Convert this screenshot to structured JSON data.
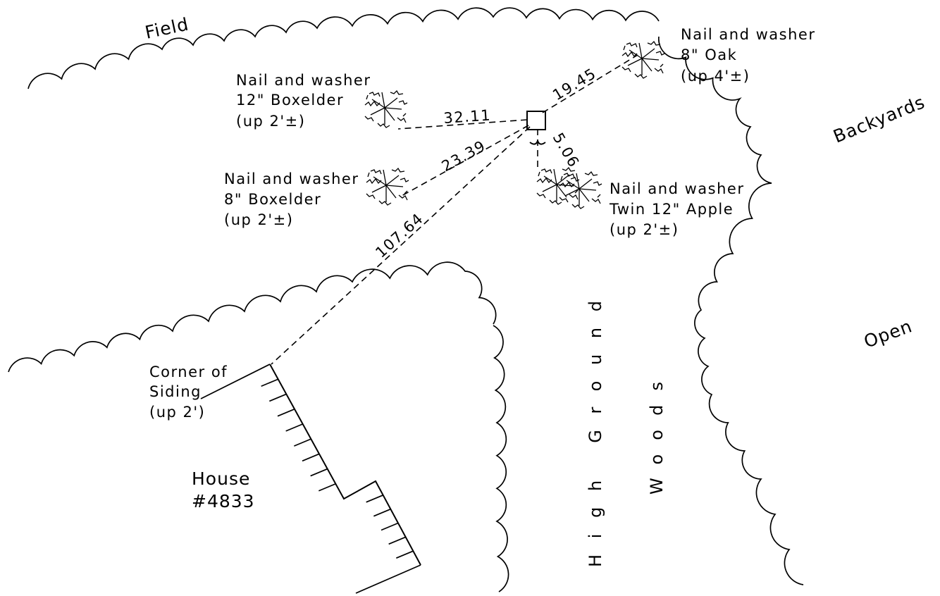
{
  "areas": {
    "field": "Field",
    "backyards": "Backyards",
    "open": "Open",
    "high_ground": "High Ground",
    "woods": "Woods"
  },
  "house": {
    "line1": "House",
    "line2": "#4833"
  },
  "reference_points": {
    "oak_8": [
      "Nail and washer",
      "8\" Oak",
      "(up 4'±)"
    ],
    "boxelder_12": [
      "Nail and washer",
      "12\" Boxelder",
      "(up 2'±)"
    ],
    "boxelder_8": [
      "Nail and washer",
      "8\" Boxelder",
      "(up 2'±)"
    ],
    "apple_twin_12": [
      "Nail and washer",
      "Twin 12\" Apple",
      "(up 2'±)"
    ],
    "siding_corner": [
      "Corner of",
      "Siding",
      "(up 2')"
    ]
  },
  "distances": {
    "to_oak": "19.45",
    "to_boxelder_12": "32.11",
    "to_boxelder_8": "23.39",
    "to_apple": "5.06",
    "to_siding": "107.64"
  }
}
